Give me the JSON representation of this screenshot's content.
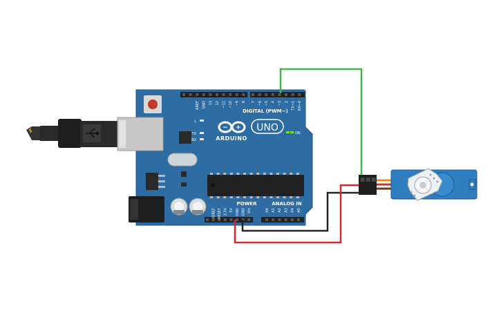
{
  "board": {
    "brand": "ARDUINO",
    "model": "UNO",
    "digital_header_label": "DIGITAL (PWM~)",
    "power_header_label": "POWER",
    "analog_header_label": "ANALOG IN",
    "on_label": "ON",
    "led_l_label": "L",
    "led_tx_label": "TX",
    "led_rx_label": "RX",
    "digital_pins": [
      "AREF",
      "GND",
      "13",
      "12",
      "~11",
      "~10",
      "~9",
      "8",
      "7",
      "~6",
      "~5",
      "4",
      "~3",
      "2",
      "TX→1",
      "RX←0"
    ],
    "power_pins": [
      "IOREF",
      "RESET",
      "3.3V",
      "5V",
      "GND",
      "GND",
      "Vin"
    ],
    "analog_pins": [
      "A0",
      "A1",
      "A2",
      "A3",
      "A4",
      "A5"
    ]
  },
  "wires": [
    {
      "name": "signal-wire",
      "from": "~3",
      "to": "servo-signal",
      "color": "#3cb54a"
    },
    {
      "name": "ground-wire",
      "from": "GND",
      "to": "servo-ground",
      "color": "#222222"
    },
    {
      "name": "power-wire",
      "from": "5V",
      "to": "servo-power",
      "color": "#d8262e"
    }
  ],
  "colors": {
    "board": "#2e6da4",
    "board_edge": "#1f5287",
    "header": "#222222",
    "servo": "#2f7ec2",
    "reset_button": "#c0392b"
  }
}
